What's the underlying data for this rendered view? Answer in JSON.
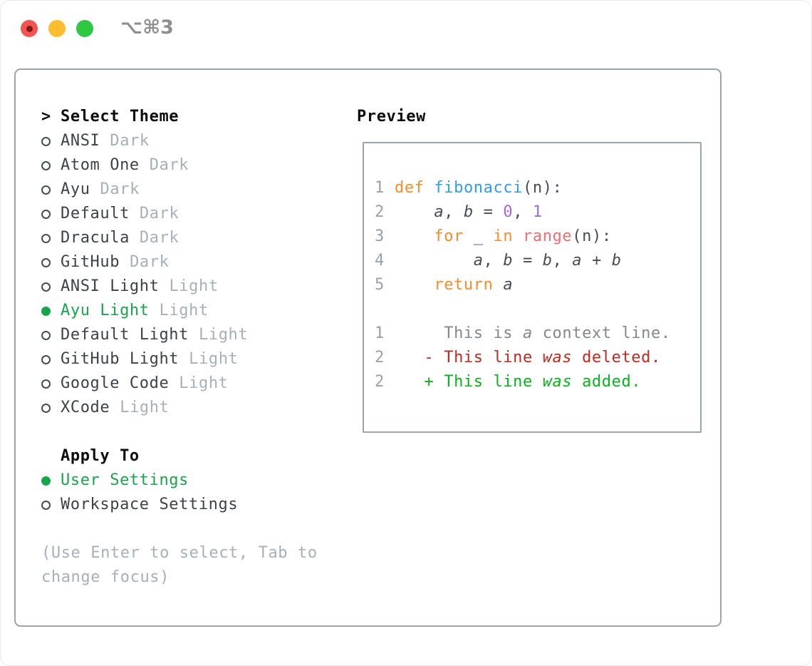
{
  "window": {
    "shortcut": "⌥⌘3"
  },
  "theme_panel": {
    "prompt": ">",
    "title": "Select Theme",
    "items": [
      {
        "name": "ANSI",
        "tag": "Dark",
        "selected": false
      },
      {
        "name": "Atom One",
        "tag": "Dark",
        "selected": false
      },
      {
        "name": "Ayu",
        "tag": "Dark",
        "selected": false
      },
      {
        "name": "Default",
        "tag": "Dark",
        "selected": false
      },
      {
        "name": "Dracula",
        "tag": "Dark",
        "selected": false
      },
      {
        "name": "GitHub",
        "tag": "Dark",
        "selected": false
      },
      {
        "name": "ANSI Light",
        "tag": "Light",
        "selected": false
      },
      {
        "name": "Ayu Light",
        "tag": "Light",
        "selected": true
      },
      {
        "name": "Default Light",
        "tag": "Light",
        "selected": false
      },
      {
        "name": "GitHub Light",
        "tag": "Light",
        "selected": false
      },
      {
        "name": "Google Code",
        "tag": "Light",
        "selected": false
      },
      {
        "name": "XCode",
        "tag": "Light",
        "selected": false
      }
    ],
    "apply_title": "Apply To",
    "apply_options": [
      {
        "name": "User Settings",
        "selected": true
      },
      {
        "name": "Workspace Settings",
        "selected": false
      }
    ],
    "hint_line1": "(Use Enter to select, Tab to",
    "hint_line2": "change focus)"
  },
  "preview": {
    "title": "Preview",
    "lines": [
      {
        "num": "1",
        "tokens": [
          {
            "t": "def",
            "c": "kw"
          },
          {
            "t": " "
          },
          {
            "t": "fibonacci",
            "c": "fn"
          },
          {
            "t": "("
          },
          {
            "t": "n"
          },
          {
            "t": "):"
          }
        ]
      },
      {
        "num": "2",
        "tokens": [
          {
            "t": "    "
          },
          {
            "t": "a",
            "i": true
          },
          {
            "t": ", "
          },
          {
            "t": "b",
            "i": true
          },
          {
            "t": " = "
          },
          {
            "t": "0",
            "c": "num"
          },
          {
            "t": ", "
          },
          {
            "t": "1",
            "c": "num"
          }
        ]
      },
      {
        "num": "3",
        "tokens": [
          {
            "t": "    "
          },
          {
            "t": "for",
            "c": "kw"
          },
          {
            "t": " _ "
          },
          {
            "t": "in",
            "c": "kw"
          },
          {
            "t": " "
          },
          {
            "t": "range",
            "c": "coral"
          },
          {
            "t": "(n):"
          }
        ]
      },
      {
        "num": "4",
        "tokens": [
          {
            "t": "        "
          },
          {
            "t": "a",
            "i": true
          },
          {
            "t": ", "
          },
          {
            "t": "b",
            "i": true
          },
          {
            "t": " = "
          },
          {
            "t": "b",
            "i": true
          },
          {
            "t": ", "
          },
          {
            "t": "a",
            "i": true
          },
          {
            "t": " + "
          },
          {
            "t": "b",
            "i": true
          }
        ]
      },
      {
        "num": "5",
        "tokens": [
          {
            "t": "    "
          },
          {
            "t": "return",
            "c": "kw"
          },
          {
            "t": " "
          },
          {
            "t": "a",
            "i": true
          }
        ]
      },
      {
        "num": "",
        "tokens": []
      },
      {
        "num": "1",
        "tokens": [
          {
            "t": "     This is ",
            "c": "ctx"
          },
          {
            "t": "a",
            "c": "ctx",
            "i": true
          },
          {
            "t": " context line.",
            "c": "ctx"
          }
        ]
      },
      {
        "num": "2",
        "tokens": [
          {
            "t": "   - This line ",
            "c": "del"
          },
          {
            "t": "was",
            "c": "del",
            "i": true
          },
          {
            "t": " deleted.",
            "c": "del"
          }
        ]
      },
      {
        "num": "2",
        "tokens": [
          {
            "t": "   + This line ",
            "c": "add"
          },
          {
            "t": "was",
            "c": "add",
            "i": true
          },
          {
            "t": " added.",
            "c": "add"
          }
        ]
      }
    ]
  },
  "colors": {
    "accent_green": "#16a64a",
    "panel_border": "#9aa3ae",
    "text_dark": "#3b424c",
    "muted": "#a6b0bc",
    "gutter": "#97a1ad",
    "code_plain": "#464c56",
    "keyword_orange": "#f78c2a",
    "function_blue": "#2e9fe6",
    "number_purple": "#a26ccf",
    "range_coral": "#f26d6d",
    "context_gray": "#82888e",
    "diff_red": "#c4281c",
    "diff_green": "#06b41c",
    "shortcut_gray": "#8f8f8f",
    "traffic_red": "#f4544d",
    "traffic_yellow": "#fcbd2e",
    "traffic_green": "#2fc843"
  }
}
